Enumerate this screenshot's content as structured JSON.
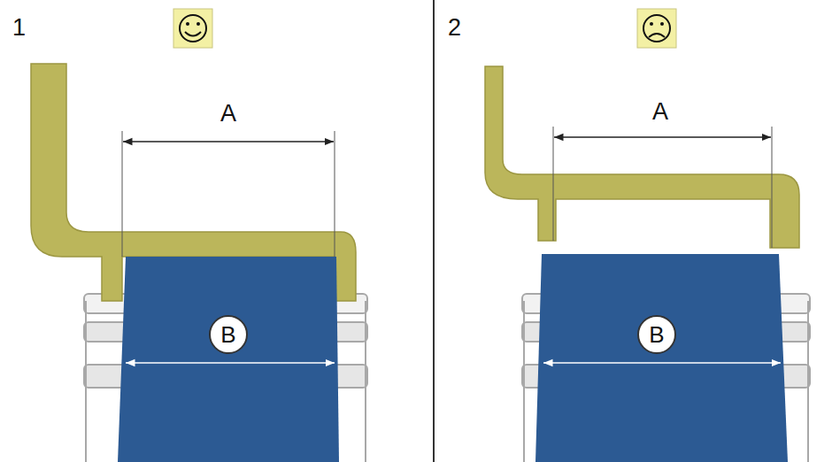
{
  "diagram": {
    "nodes": [
      {
        "text": [
          "B"
        ]
      },
      {
        "text": [
          "B"
        ]
      }
    ],
    "labels": [
      "1",
      "A",
      "2",
      "A"
    ]
  }
}
